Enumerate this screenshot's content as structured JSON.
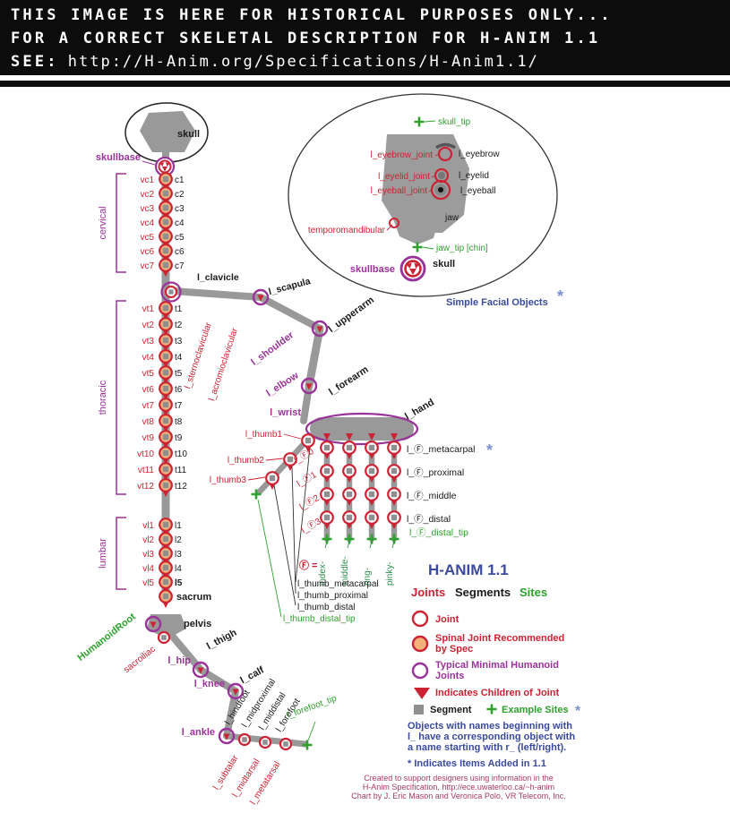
{
  "header": {
    "line1": "THIS IMAGE IS HERE FOR HISTORICAL PURPOSES ONLY...",
    "line2": "FOR A CORRECT SKELETAL DESCRIPTION FOR H-ANIM 1.1",
    "line3_prefix": "SEE:",
    "line3_url": "http://H-Anim.org/Specifications/H-Anim1.1/"
  },
  "colors": {
    "joint_red": "#cc2233",
    "spinal_fill": "#f2b27a",
    "minimal_purple": "#993399",
    "site_green": "#2fa12f",
    "segment_gray": "#8f8f8f",
    "note_blue": "#3a4a9e"
  },
  "spine": {
    "skull": "skull",
    "skullbase": "skullbase",
    "cervical": {
      "group": "cervical",
      "segments": [
        "c1",
        "c2",
        "c3",
        "c4",
        "c5",
        "c6",
        "c7"
      ],
      "joints": [
        "vc1",
        "vc2",
        "vc3",
        "vc4",
        "vc5",
        "vc6",
        "vc7"
      ]
    },
    "thoracic": {
      "group": "thoracic",
      "segments": [
        "t1",
        "t2",
        "t3",
        "t4",
        "t5",
        "t6",
        "t7",
        "t8",
        "t9",
        "t10",
        "t11",
        "t12"
      ],
      "joints": [
        "vt1",
        "vt2",
        "vt3",
        "vt4",
        "vt5",
        "vt6",
        "vt7",
        "vt8",
        "vt9",
        "vt10",
        "vt11",
        "vt12"
      ]
    },
    "lumbar": {
      "group": "lumbar",
      "segments": [
        "l1",
        "l2",
        "l3",
        "l4",
        "l5"
      ],
      "joints": [
        "vl1",
        "vl2",
        "vl3",
        "vl4",
        "vl5"
      ]
    },
    "sacrum": "sacrum",
    "pelvis": "pelvis",
    "humanoid_root": "HumanoidRoot",
    "sacroiliac": "sacroiliac"
  },
  "arm": {
    "clavicle": "l_clavicle",
    "sternoclavicular": "l_sternoclavicular",
    "acromioclavicular": "l_acromioclavicular",
    "scapula": "l_scapula",
    "shoulder": "l_shoulder",
    "upperarm": "l_upperarm",
    "elbow": "l_elbow",
    "forearm": "l_forearm",
    "wrist": "l_wrist",
    "hand": "l_hand"
  },
  "hand": {
    "thumb1": "l_thumb1",
    "thumb2": "l_thumb2",
    "thumb3": "l_thumb3",
    "finger_joint_labels": [
      "l_Ⓕ0",
      "l_Ⓕ1",
      "l_Ⓕ2",
      "l_Ⓕ3"
    ],
    "metacarpal": "l_Ⓕ_metacarpal",
    "proximal": "l_Ⓕ_proximal",
    "middle": "l_Ⓕ_middle",
    "distal": "l_Ⓕ_distal",
    "distal_tip": "l_Ⓕ_distal_tip",
    "finger_key": "Ⓕ =",
    "fingers": [
      "index-",
      "middle-",
      "ring-",
      "pinky-"
    ],
    "thumb_metacarpal": "l_thumb_metacarpal",
    "thumb_proximal": "l_thumb_proximal",
    "thumb_distal": "l_thumb_distal",
    "thumb_distal_tip": "l_thumb_distal_tip"
  },
  "leg": {
    "hip": "l_hip",
    "thigh": "l_thigh",
    "knee": "l_knee",
    "calf": "l_calf",
    "ankle": "l_ankle",
    "hindfoot": "l_hindfoot",
    "midproximal": "l_midproximal",
    "middistal": "l_middistal",
    "forefoot": "l_forefoot",
    "forefoot_tip": "l_forefoot_tip",
    "subtalar": "l_subtalar",
    "midtarsal": "l_midtarsal",
    "metatarsal": "l_metatarsal"
  },
  "face": {
    "skull_tip": "skull_tip",
    "eyebrow_joint": "l_eyebrow_joint",
    "eyebrow": "l_eyebrow",
    "eyelid_joint": "l_eyelid_joint",
    "eyelid": "l_eyelid",
    "eyeball_joint": "l_eyeball_joint",
    "eyeball": "l_eyeball",
    "jaw": "jaw",
    "temporomandibular": "temporomandibular",
    "jaw_tip": "jaw_tip [chin]",
    "skullbase": "skullbase",
    "skull": "skull",
    "caption": "Simple Facial Objects"
  },
  "legend": {
    "title": "H-ANIM 1.1",
    "key_joints": "Joints",
    "key_segments": "Segments",
    "key_sites": "Sites",
    "joint": "Joint",
    "spinal_line1": "Spinal Joint Recommended",
    "spinal_line2": "by Spec",
    "minimal_line1": "Typical Minimal Humanoid",
    "minimal_line2": "Joints",
    "children": "Indicates Children of Joint",
    "segment": "Segment",
    "sites": "Example Sites",
    "asterisk": "*",
    "note_line1": "Objects with names beginning with",
    "note_line2": "l_ have a corresponding object with",
    "note_line3": "a name starting with r_ (left/right).",
    "added": "* Indicates Items Added in 1.1",
    "credit_line1": "Created to support designers using information in the",
    "credit_line2": "H-Anim Specification, http://ece.uwaterloo.ca/~h-anim",
    "credit_line3": "Chart by J. Eric Mason and Veronica Polo, VR Telecom, Inc."
  }
}
